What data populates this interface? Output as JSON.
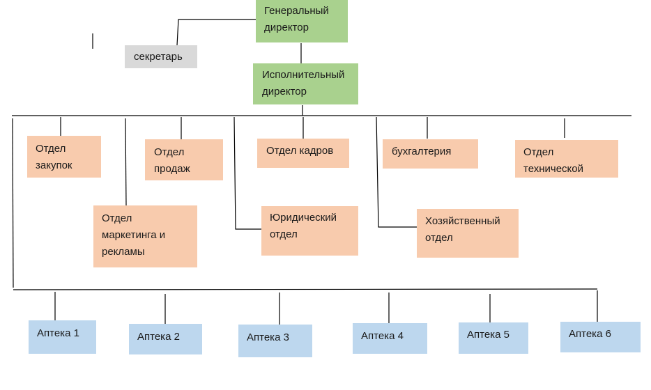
{
  "diagram": {
    "general_director": "Генеральный\nдиректор",
    "secretary": "секретарь",
    "executive_director": "Исполнительный\nдиректор",
    "departments": {
      "purchasing": "Отдел\nзакупок",
      "sales": "Отдел\nпродаж",
      "hr": "Отдел кадров",
      "accounting": "бухгалтерия",
      "technical": "Отдел\nтехнической",
      "marketing": "Отдел\nмаркетинга и\nрекламы",
      "legal": "Юридический\nотдел",
      "household": "Хозяйственный\nотдел"
    },
    "pharmacies": [
      "Аптека 1",
      "Аптека 2",
      "Аптека 3",
      "Аптека 4",
      "Аптека 5",
      "Аптека 6"
    ]
  },
  "colors": {
    "director": "#a9d18e",
    "secretary": "#d9d9d9",
    "department": "#f8cbad",
    "pharmacy": "#bdd7ee",
    "line": "#000000"
  }
}
